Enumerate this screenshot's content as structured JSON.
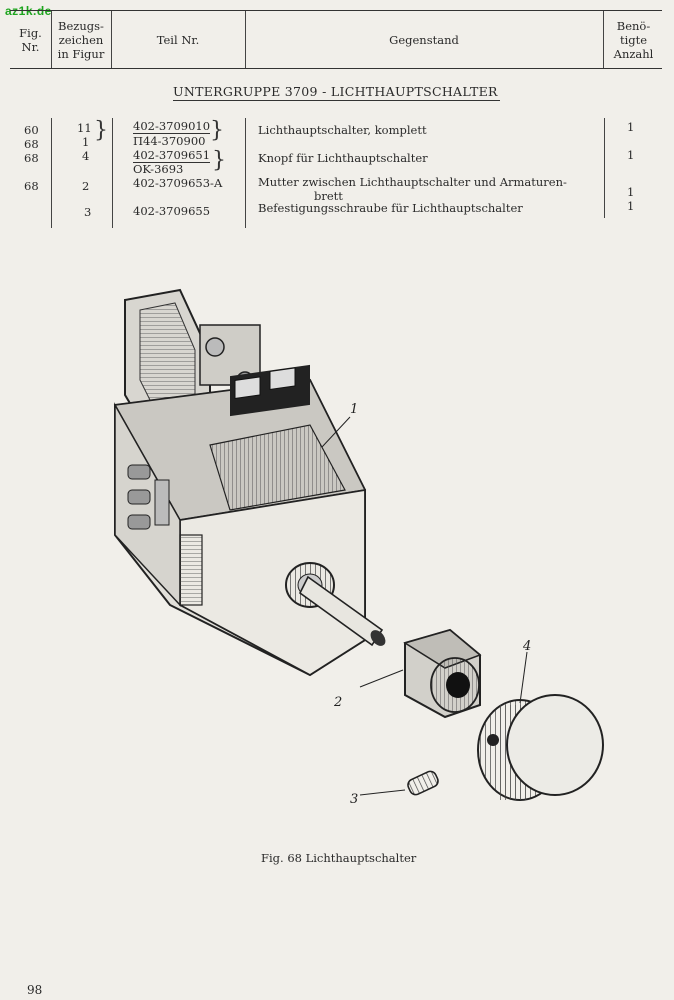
{
  "watermark": "az1k.de",
  "header": {
    "fig_nr": "Fig.\nNr.",
    "bezugszeichen": "Bezugs-\nzeichen\nin Figur",
    "teil_nr": "Teil Nr.",
    "gegenstand": "Gegenstand",
    "anzahl": "Benö-\ntigte\nAnzahl"
  },
  "subgroup_title": "UNTERGRUPPE 3709 - LICHTHAUPTSCHALTER",
  "rows": [
    {
      "fig": "60",
      "ref": "11",
      "part": "402-3709010",
      "desc": "Lichthauptschalter, komplett",
      "qty": "1"
    },
    {
      "fig": "68",
      "ref": "1",
      "part": "П44-370900",
      "desc": "",
      "qty": ""
    },
    {
      "fig": "68",
      "ref": "4",
      "part": "402-3709651",
      "desc": "Knopf für Lichthauptschalter",
      "qty": "1"
    },
    {
      "fig": "",
      "ref": "",
      "part": "OK-3693",
      "desc": "",
      "qty": ""
    },
    {
      "fig": "68",
      "ref": "2",
      "part": "402-3709653-A",
      "desc": "Mutter zwischen Lichthauptschalter und Armaturen-",
      "qty": ""
    },
    {
      "fig": "",
      "ref": "",
      "part": "",
      "desc": "brett",
      "qty": "1"
    },
    {
      "fig": "",
      "ref": "3",
      "part": "402-3709655",
      "desc": "Befestigungsschraube für Lichthauptschalter",
      "qty": "1"
    }
  ],
  "figure": {
    "callouts": [
      "1",
      "2",
      "3",
      "4"
    ],
    "caption": "Fig. 68  Lichthauptschalter"
  },
  "page_number": "98"
}
